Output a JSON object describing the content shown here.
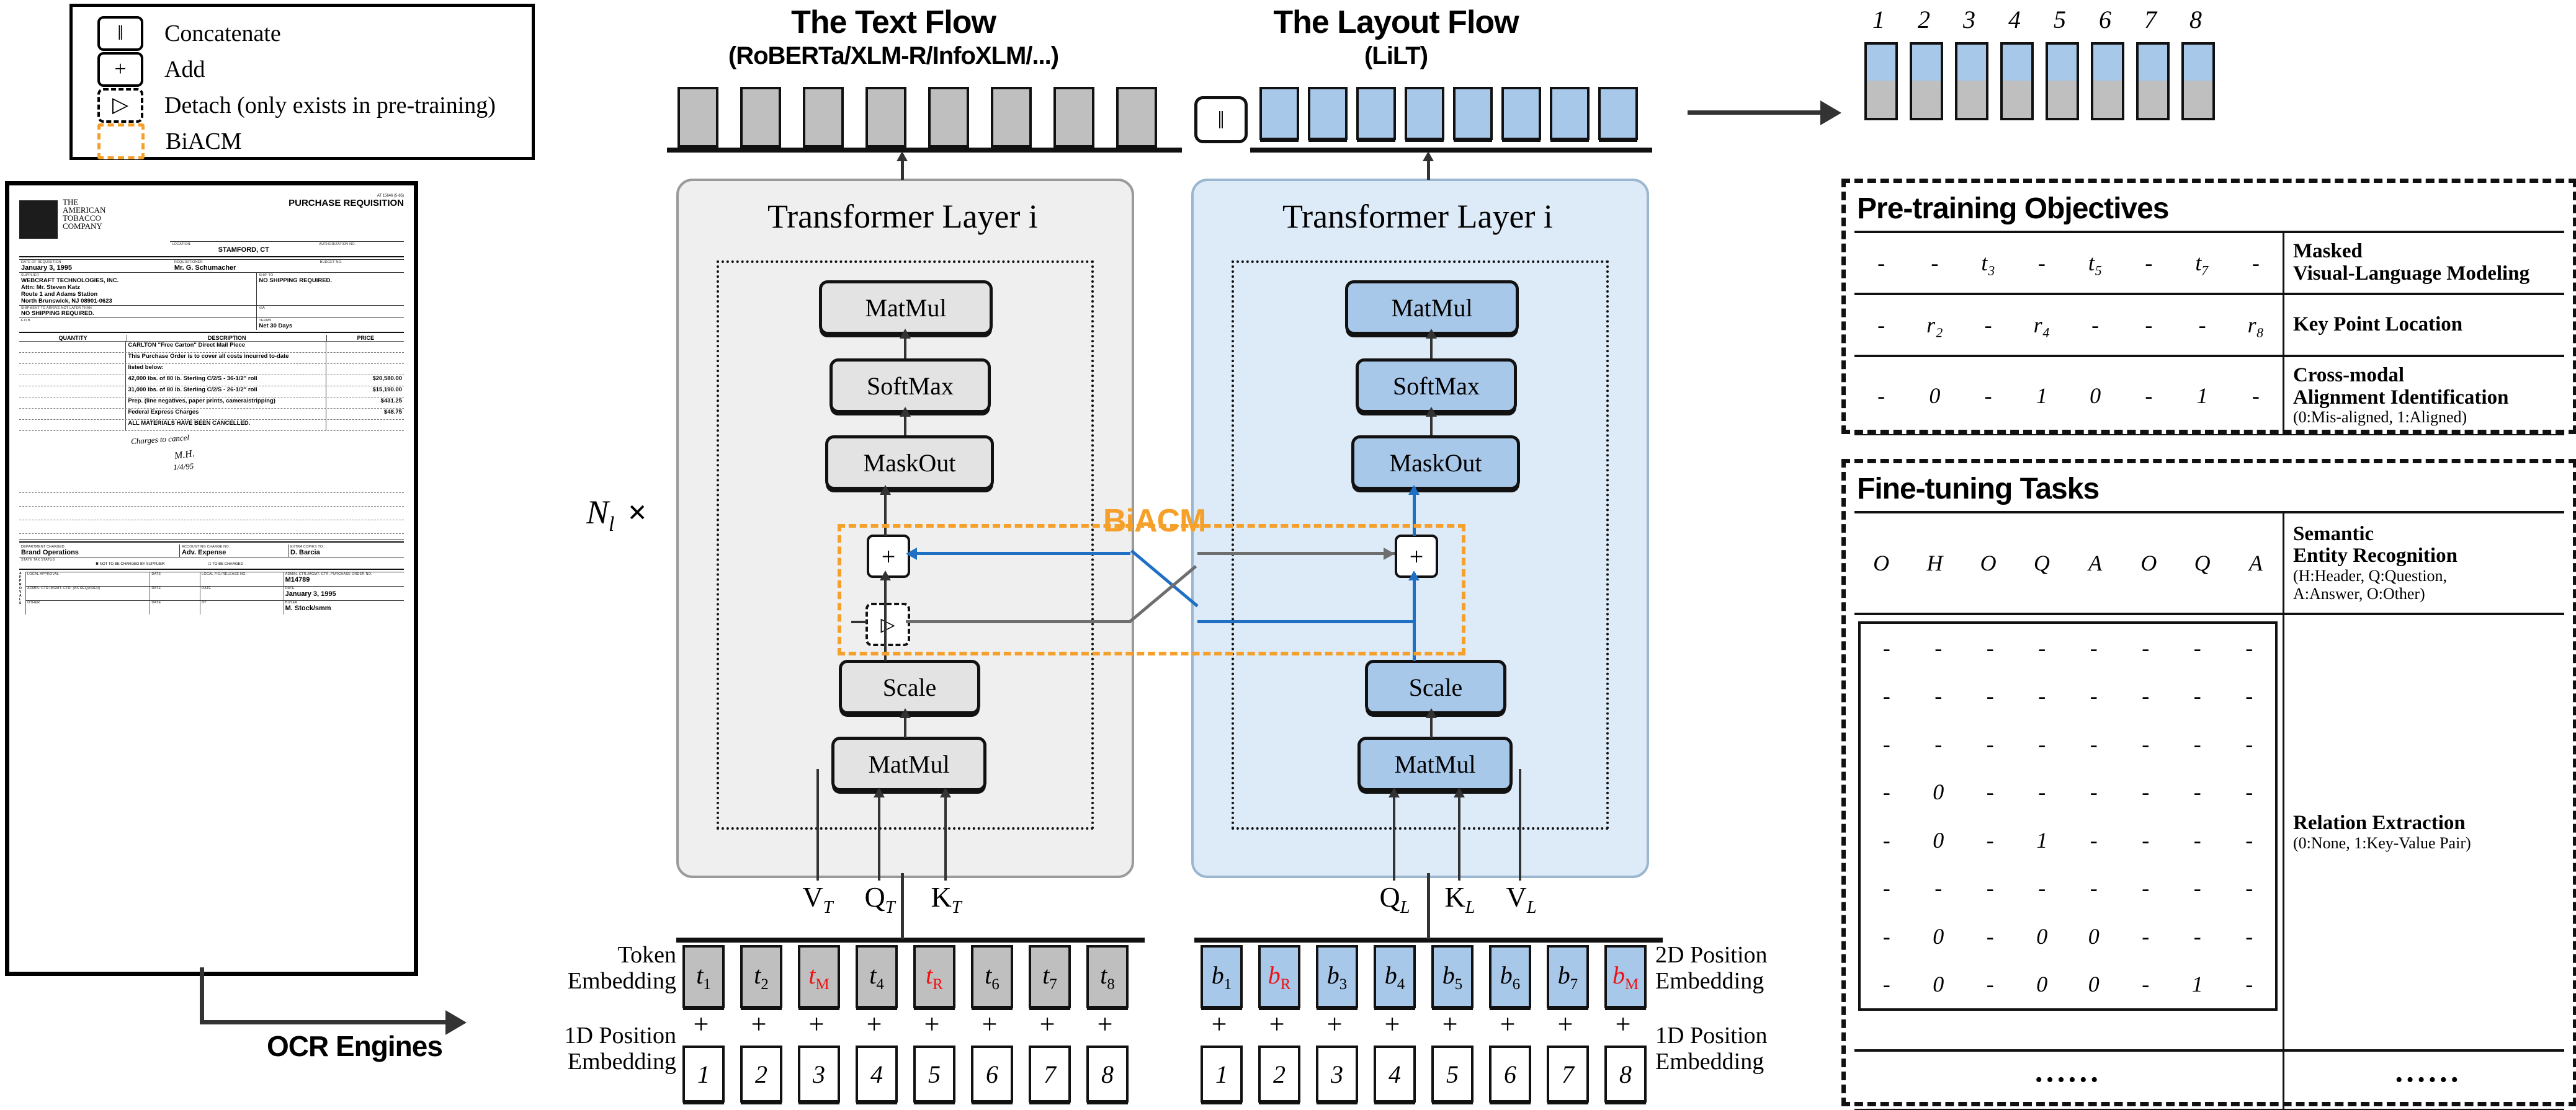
{
  "legend": {
    "items": [
      {
        "glyph": "‖",
        "label": "Concatenate",
        "style": "solid"
      },
      {
        "glyph": "+",
        "label": "Add",
        "style": "solid"
      },
      {
        "glyph": "▷",
        "label": "Detach (only exists in pre-training)",
        "style": "dashed"
      },
      {
        "glyph": "",
        "label": "BiACM",
        "style": "orange"
      }
    ]
  },
  "document": {
    "company": [
      "THE",
      "AMERICAN",
      "TOBACCO",
      "COMPANY"
    ],
    "doc_title": "PURCHASE REQUISITION",
    "corner_code": "AT 15646 (5-85)",
    "fields": [
      {
        "label": "LOCATION:",
        "value": "STAMFORD, CT"
      },
      {
        "label": "AUTHORIZATION NO.",
        "value": ""
      },
      {
        "label": "DATE OF REQUISITION",
        "value": "January 3, 1995"
      },
      {
        "label": "REQUISITIONER",
        "value": "Mr. G. Schumacher"
      },
      {
        "label": "BUDGET NO.",
        "value": ""
      }
    ],
    "supplier_label": "SUPPLIER",
    "supplier_lines": [
      "WEBCRAFT TECHNOLOGIES, INC.",
      "Attn: Mr. Steven Katz",
      "Route 1 and Adams Station",
      "North Brunswick, NJ 08901-0623"
    ],
    "shipto_label": "SHIP TO",
    "shipto_value": "NO SHIPPING REQUIRED.",
    "arrive_label": "SHIPMENT TO ARRIVE NOT LATER THAN",
    "arrive_value": "NO SHIPPING REQUIRED.",
    "via_label": "VIA",
    "fob_label": "F.O.B.",
    "terms_label": "TERMS",
    "terms_value": "Net 30 Days",
    "table_headers": [
      "QUANTITY",
      "DESCRIPTION",
      "PRICE"
    ],
    "table_rows": [
      {
        "qty": "",
        "desc": "CARLTON \"Free Carton\" Direct Mail Piece",
        "price": ""
      },
      {
        "qty": "",
        "desc": "This Purchase Order is to cover all costs incurred to-date",
        "price": ""
      },
      {
        "qty": "",
        "desc": "listed below:",
        "price": ""
      },
      {
        "qty": "",
        "desc": "42,000 lbs. of 80 lb. Sterling C/2/S - 36-1/2\" roll",
        "price": "$20,580.00"
      },
      {
        "qty": "",
        "desc": "31,000 lbs. of 80 lb. Sterling C/2/S - 26-1/2\" roll",
        "price": "$15,190.00"
      },
      {
        "qty": "",
        "desc": "Prep. (line negatives, paper prints, camera/stripping)",
        "price": "$431.25"
      },
      {
        "qty": "",
        "desc": "Federal Express Charges",
        "price": "$48.75"
      },
      {
        "qty": "",
        "desc": "ALL MATERIALS HAVE BEEN CANCELLED.",
        "price": ""
      }
    ],
    "handwriting": [
      "Charges to cancel",
      "M.H.",
      "1/4/95"
    ],
    "footer_fields": [
      {
        "label": "DEPARTMENT CHARGED",
        "value": "Brand Operations"
      },
      {
        "label": "ACCOUNTING CHARGE NO.",
        "value": "Adv. Expense"
      },
      {
        "label": "EXTRA COPIES TO:",
        "value": "D. Barcia"
      }
    ],
    "tax_label": "STATE TAX STATUS",
    "tax_options": [
      "NOT TO BE CHARGED BY SUPPLIER",
      "TO BE CHARGED"
    ],
    "approvals_label": "APPROVALS",
    "approval_rows": [
      {
        "c1": "LOCAL APPROVAL",
        "c2": "DATE",
        "c3": "LOCAL P.O./RELEASE NO.",
        "c4": "ADMIN. CTR./MGMT. CTR. PURCHASE ORDER NO.",
        "c5": "M14789"
      },
      {
        "c1": "ADMIN. CTR./MGMT. CTR. (AS REQUIRED)",
        "c2": "DATE",
        "c3": "DATE",
        "c4": "DATE",
        "c5": "January 3, 1995"
      },
      {
        "c1": "OTHER",
        "c2": "DATE",
        "c3": "BY",
        "c4": "BUYER",
        "c5": "M. Stock/smm"
      }
    ]
  },
  "ocr": {
    "label": "OCR Engines"
  },
  "flows": {
    "text": {
      "title": "The Text Flow",
      "subtitle": "(RoBERTa/XLM-R/InfoXLM/...)",
      "layer_label": "Transformer Layer i",
      "ops": [
        "MatMul",
        "SoftMax",
        "MaskOut",
        "Scale",
        "MatMul"
      ],
      "inputs": [
        "V",
        "Q",
        "K"
      ],
      "input_sub": "T"
    },
    "layout": {
      "title": "The Layout Flow",
      "subtitle": "(LiLT)",
      "layer_label": "Transformer Layer i",
      "ops": [
        "MatMul",
        "SoftMax",
        "MaskOut",
        "Scale",
        "MatMul"
      ],
      "inputs": [
        "Q",
        "K",
        "V"
      ],
      "input_sub": "L"
    }
  },
  "repeat_label": "N",
  "repeat_sub": "l",
  "repeat_times": "×",
  "biacm_label": "BiACM",
  "concat_glyph": "‖",
  "plus_glyph": "+",
  "detach_glyph": "▷",
  "embeddings": {
    "token_label_1": "Token",
    "token_label_2": "Embedding",
    "pos1d_label_1": "1D Position",
    "pos1d_label_2": "Embedding",
    "pos2d_label_1": "2D Position",
    "pos2d_label_2": "Embedding",
    "text_tokens": [
      {
        "base": "t",
        "sub": "1",
        "red": false
      },
      {
        "base": "t",
        "sub": "2",
        "red": false
      },
      {
        "base": "t",
        "sub": "M",
        "red": true
      },
      {
        "base": "t",
        "sub": "4",
        "red": false
      },
      {
        "base": "t",
        "sub": "R",
        "red": true
      },
      {
        "base": "t",
        "sub": "6",
        "red": false
      },
      {
        "base": "t",
        "sub": "7",
        "red": false
      },
      {
        "base": "t",
        "sub": "8",
        "red": false
      }
    ],
    "layout_tokens": [
      {
        "base": "b",
        "sub": "1",
        "red": false
      },
      {
        "base": "b",
        "sub": "R",
        "red": true
      },
      {
        "base": "b",
        "sub": "3",
        "red": false
      },
      {
        "base": "b",
        "sub": "4",
        "red": false
      },
      {
        "base": "b",
        "sub": "5",
        "red": false
      },
      {
        "base": "b",
        "sub": "6",
        "red": false
      },
      {
        "base": "b",
        "sub": "7",
        "red": false
      },
      {
        "base": "b",
        "sub": "M",
        "red": true
      }
    ],
    "positions": [
      "1",
      "2",
      "3",
      "4",
      "5",
      "6",
      "7",
      "8"
    ],
    "plus": "+"
  },
  "output_bars": {
    "indices": [
      "1",
      "2",
      "3",
      "4",
      "5",
      "6",
      "7",
      "8"
    ],
    "top_color": "#a8c8ea",
    "bottom_color": "#bfbfbf"
  },
  "pretraining": {
    "title": "Pre-training Objectives",
    "rows": [
      {
        "cells": [
          "-",
          "-",
          "t₃",
          "-",
          "t₅",
          "-",
          "t₇",
          "-"
        ],
        "label": "Masked\nVisual-Language Modeling",
        "note": ""
      },
      {
        "cells": [
          "-",
          "r₂",
          "-",
          "r₄",
          "-",
          "-",
          "-",
          "r₈"
        ],
        "label": "Key Point Location",
        "note": ""
      },
      {
        "cells": [
          "-",
          "0",
          "-",
          "1",
          "0",
          "-",
          "1",
          "-"
        ],
        "label": "Cross-modal\nAlignment Identification",
        "note": "(0:Mis-aligned, 1:Aligned)"
      }
    ]
  },
  "finetuning": {
    "title": "Fine-tuning Tasks",
    "ser": {
      "cells": [
        "O",
        "H",
        "O",
        "Q",
        "A",
        "O",
        "Q",
        "A"
      ],
      "label": "Semantic\nEntity Recognition",
      "note": "(H:Header, Q:Question,\n A:Answer, O:Other)"
    },
    "re": {
      "label": "Relation Extraction",
      "note": "(0:None, 1:Key-Value Pair)",
      "matrix": [
        [
          "-",
          "-",
          "-",
          "-",
          "-",
          "-",
          "-",
          "-"
        ],
        [
          "-",
          "-",
          "-",
          "-",
          "-",
          "-",
          "-",
          "-"
        ],
        [
          "-",
          "-",
          "-",
          "-",
          "-",
          "-",
          "-",
          "-"
        ],
        [
          "-",
          "0",
          "-",
          "-",
          "-",
          "-",
          "-",
          "-"
        ],
        [
          "-",
          "0",
          "-",
          "1",
          "-",
          "-",
          "-",
          "-"
        ],
        [
          "-",
          "-",
          "-",
          "-",
          "-",
          "-",
          "-",
          "-"
        ],
        [
          "-",
          "0",
          "-",
          "0",
          "0",
          "-",
          "-",
          "-"
        ],
        [
          "-",
          "0",
          "-",
          "0",
          "0",
          "-",
          "1",
          "-"
        ]
      ]
    },
    "ellipsis": "••••••"
  }
}
